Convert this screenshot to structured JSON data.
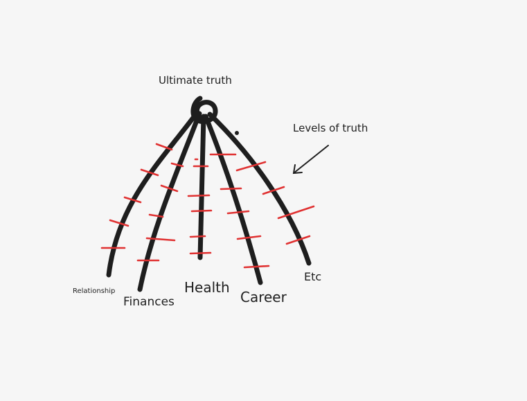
{
  "diagram": {
    "title": "Ultimate truth",
    "annotation": "Levels of truth",
    "branches": [
      {
        "label": "Relationship"
      },
      {
        "label": "Finances"
      },
      {
        "label": "Health"
      },
      {
        "label": "Career"
      },
      {
        "label": "Etc"
      }
    ],
    "colors": {
      "background": "#f6f6f6",
      "stroke": "#1e1e1e",
      "levels": "#e03131"
    }
  }
}
